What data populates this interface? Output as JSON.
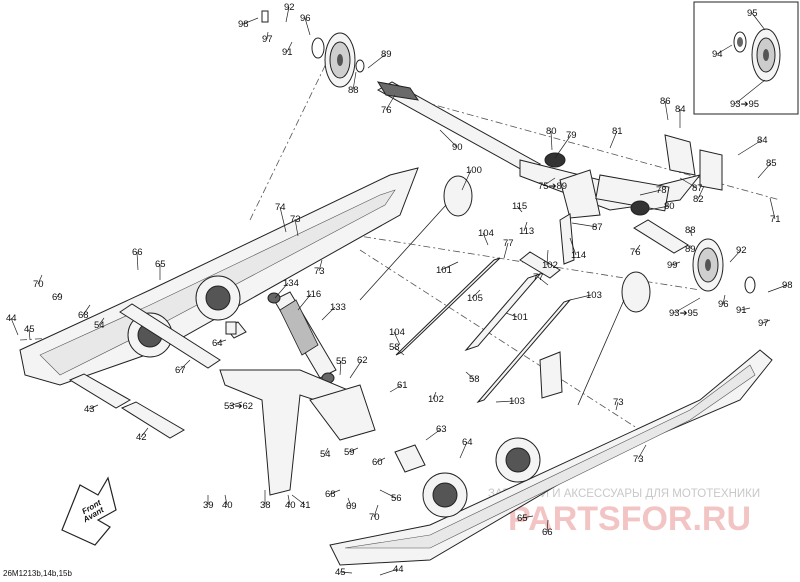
{
  "diagram": {
    "reference_code": "26M1213b,14b,15b",
    "front_label_line1": "Front",
    "front_label_line2": "Avant",
    "watermark_text": "PARTSFOR.RU",
    "watermark_caption": "ЗАПЧАСТИ И АКСЕССУАРЫ ДЛЯ МОТОТЕХНИКИ",
    "callouts": [
      "98",
      "92",
      "96",
      "97",
      "91",
      "95",
      "94",
      "93➔95",
      "89",
      "88",
      "76",
      "90",
      "80",
      "79",
      "81",
      "86",
      "84",
      "84",
      "85",
      "75➔89",
      "78",
      "87",
      "80",
      "71",
      "82",
      "87",
      "100",
      "115",
      "113",
      "114",
      "104",
      "77",
      "102",
      "88",
      "89",
      "76",
      "99",
      "92",
      "98",
      "74",
      "73",
      "73",
      "66",
      "65",
      "70",
      "69",
      "68",
      "54",
      "44",
      "45",
      "134",
      "116",
      "133",
      "101",
      "105",
      "103",
      "93➔95",
      "96",
      "91",
      "97",
      "64",
      "67",
      "55",
      "62",
      "104",
      "58",
      "77",
      "101",
      "61",
      "43",
      "53➔62",
      "102",
      "58",
      "103",
      "42",
      "54",
      "59",
      "60",
      "63",
      "64",
      "73",
      "73",
      "39",
      "40",
      "38",
      "40",
      "41",
      "68",
      "56",
      "69",
      "70",
      "65",
      "66",
      "45",
      "44"
    ]
  },
  "colors": {
    "accent": "#e05050",
    "line": "#222222"
  }
}
